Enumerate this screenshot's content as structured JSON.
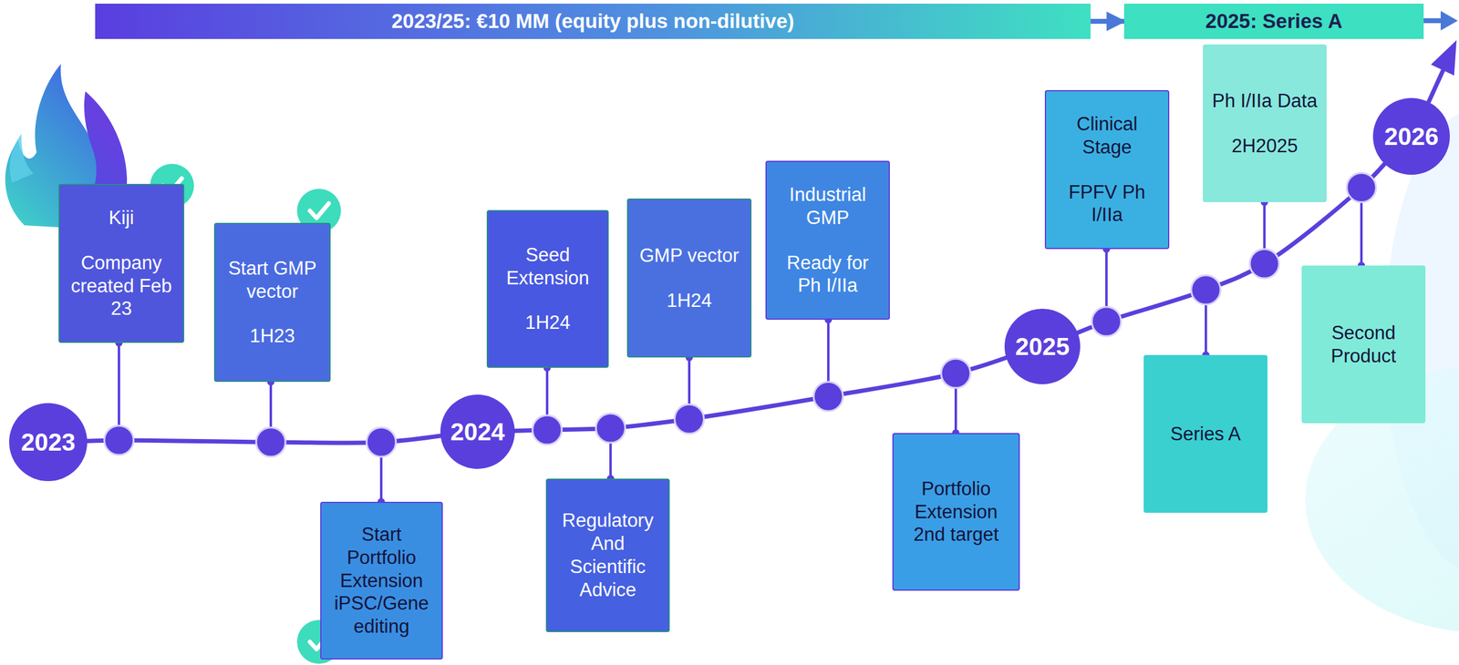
{
  "diagram": {
    "nodes": [
      {
        "text": [
          "2023/25: €10 MM (equity plus non-dilutive)"
        ]
      },
      {
        "text": [
          "2025: Series A"
        ]
      },
      {
        "text": [
          "2023"
        ]
      },
      {
        "text": [
          "Kiji",
          "Company created Feb 23"
        ]
      },
      {
        "text": [
          "Start GMP vector",
          "1H23"
        ]
      },
      {
        "text": [
          "Start Portfolio Extension iPSC/Gene editing"
        ]
      },
      {
        "text": [
          "2024"
        ]
      },
      {
        "text": [
          "Seed Extension",
          "1H24"
        ]
      },
      {
        "text": [
          "Regulatory And Scientific Advice"
        ]
      },
      {
        "text": [
          "GMP vector",
          "1H24"
        ]
      },
      {
        "text": [
          "Industrial GMP",
          "Ready for Ph I/IIa"
        ]
      },
      {
        "text": [
          "Portfolio Extension 2nd target"
        ]
      },
      {
        "text": [
          "2025"
        ]
      },
      {
        "text": [
          "Clinical Stage",
          "FPFV Ph I/IIa"
        ]
      },
      {
        "text": [
          "Series A"
        ]
      },
      {
        "text": [
          "Ph I/IIa Data",
          "2H2025"
        ]
      },
      {
        "text": [
          "2026"
        ]
      },
      {
        "text": [
          "Second Product"
        ]
      }
    ],
    "edges": [
      {
        "from": 0,
        "to": 1,
        "arrow": "to"
      },
      {
        "from": 2,
        "to": 6,
        "arrow": "none"
      },
      {
        "from": 6,
        "to": 12,
        "arrow": "none"
      },
      {
        "from": 12,
        "to": 16,
        "arrow": "none"
      }
    ]
  }
}
